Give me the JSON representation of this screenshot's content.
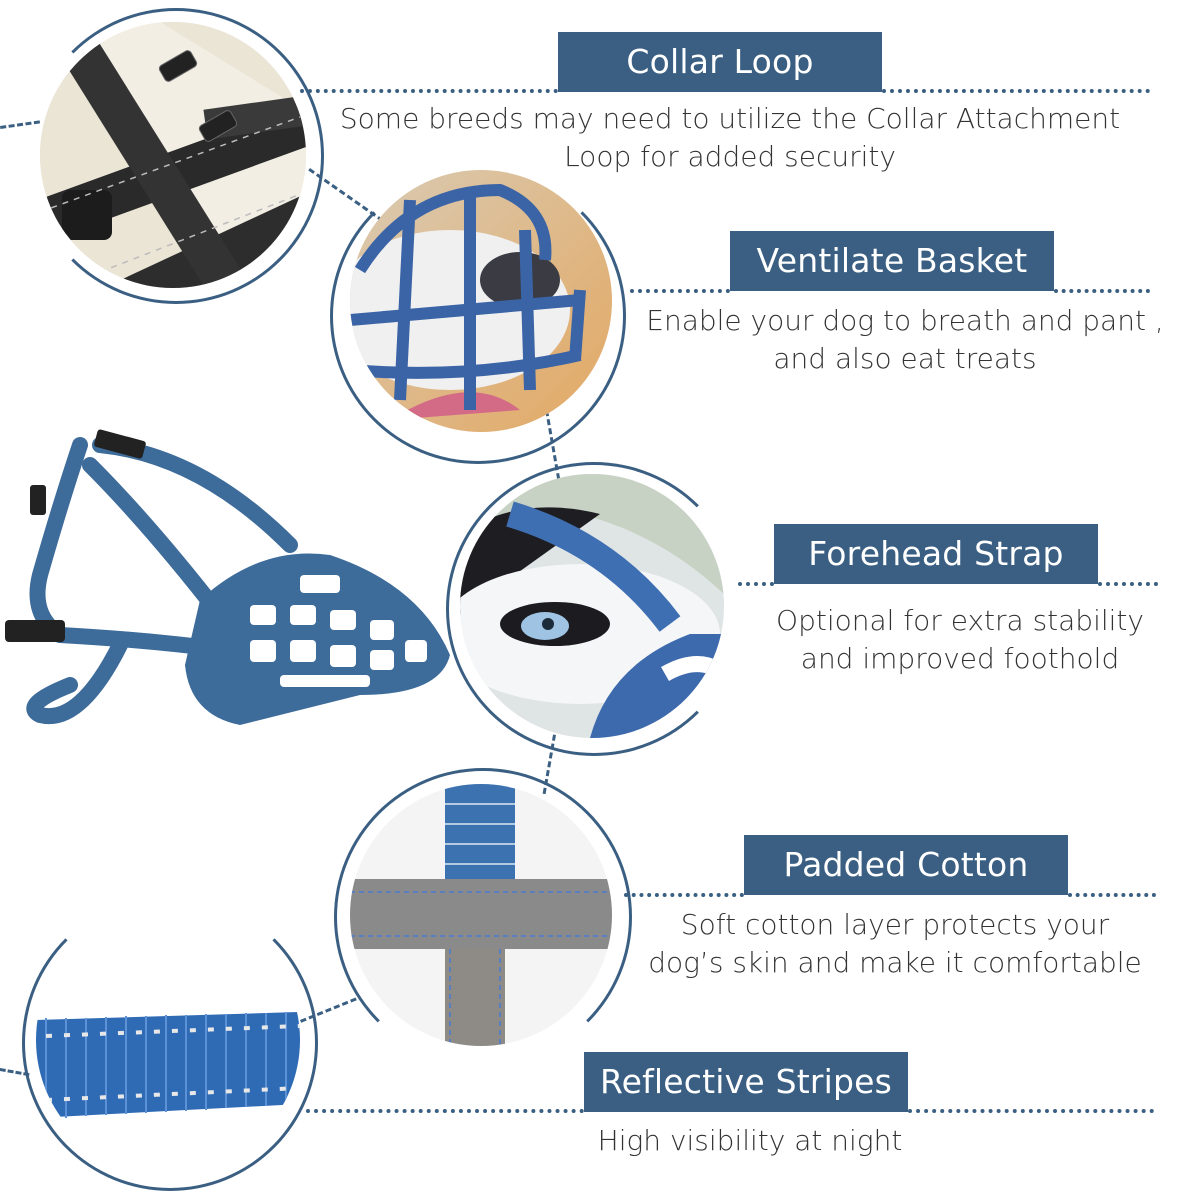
{
  "colors": {
    "accent": "#3a5f82",
    "label_text": "#ffffff",
    "desc_text": "#333333",
    "background": "#ffffff"
  },
  "features": [
    {
      "title": "Collar Loop",
      "description_line1": "Some breeds may need to utilize the Collar Attachment",
      "description_line2": "Loop for added security",
      "image": "black-harness-straps-on-dog"
    },
    {
      "title": "Ventilate Basket",
      "description_line1": "Enable your dog to breath and pant ,",
      "description_line2": "and also eat treats",
      "image": "blue-basket-muzzle-on-dog-snout"
    },
    {
      "title": "Forehead Strap",
      "description_line1": "Optional for extra stability",
      "description_line2": "and improved foothold",
      "image": "husky-wearing-forehead-strap"
    },
    {
      "title": "Padded Cotton",
      "description_line1": "Soft cotton layer protects your",
      "description_line2": "dog’s skin and make it comfortable",
      "image": "grey-padded-cotton-strap"
    },
    {
      "title": "Reflective Stripes",
      "description_line1": "High visibility at night",
      "description_line2": "",
      "image": "blue-webbing-with-reflective-stitching"
    }
  ],
  "product": {
    "image": "blue-basket-dog-muzzle-with-straps"
  }
}
